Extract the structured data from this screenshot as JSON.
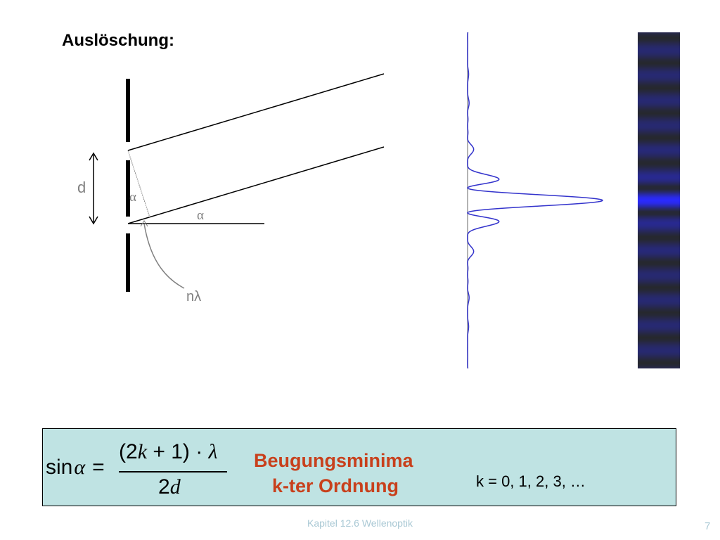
{
  "title": "Auslöschung:",
  "diagram": {
    "label_d": "d",
    "label_alpha": "α",
    "label_n_lambda": "nλ"
  },
  "formula": {
    "lhs_sin": "sin",
    "lhs_alpha": "α",
    "equals": "=",
    "num_open": "(2",
    "num_k": "k",
    "num_rest": " + 1) · ",
    "num_lambda": "λ",
    "den_2": "2",
    "den_d": "d",
    "label_line1": "Beugungsminima",
    "label_line2": "k-ter Ordnung",
    "k_values": "k = 0, 1, 2, 3, …"
  },
  "footer": "Kapitel 12.6 Wellenoptik",
  "page_number": "7",
  "colors": {
    "formula_box_bg": "#bfe3e3",
    "label_red": "#c8401c",
    "intensity_curve": "#3333cc",
    "fringe_blue": "#2a2aff",
    "fringe_dark": "#26282c",
    "footer_text": "#a9c8d4"
  }
}
